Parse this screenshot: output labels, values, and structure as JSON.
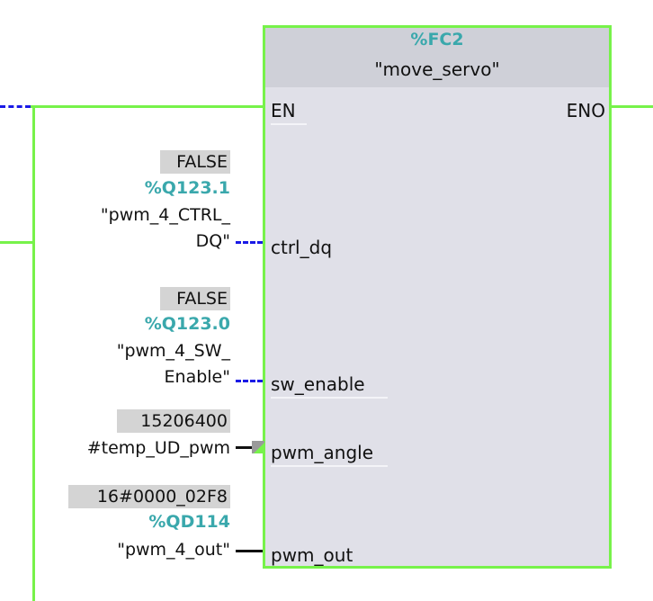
{
  "colors": {
    "power_rail": "#77f24a",
    "address": "#3aa8ac",
    "bool_wire_dashed": "#1a1ae6",
    "block_body": "#e0e0e8",
    "block_header": "#cfd0d8",
    "value_box": "#d4d4d4"
  },
  "block": {
    "number": "%FC2",
    "name": "\"move_servo\"",
    "pins_in": {
      "en": "EN",
      "ctrl_dq": "ctrl_dq",
      "sw_enable": "sw_enable",
      "pwm_angle": "pwm_angle",
      "pwm_out": "pwm_out"
    },
    "pins_out": {
      "eno": "ENO"
    }
  },
  "operands": {
    "ctrl_dq": {
      "value": "FALSE",
      "address": "%Q123.1",
      "tag_line1": "\"pwm_4_CTRL_",
      "tag_line2": "DQ\""
    },
    "sw_enable": {
      "value": "FALSE",
      "address": "%Q123.0",
      "tag_line1": "\"pwm_4_SW_",
      "tag_line2": "Enable\""
    },
    "pwm_angle": {
      "value": "15206400",
      "tag": "#temp_UD_pwm"
    },
    "pwm_out": {
      "value": "16#0000_02F8",
      "address": "%QD114",
      "tag": "\"pwm_4_out\""
    }
  }
}
